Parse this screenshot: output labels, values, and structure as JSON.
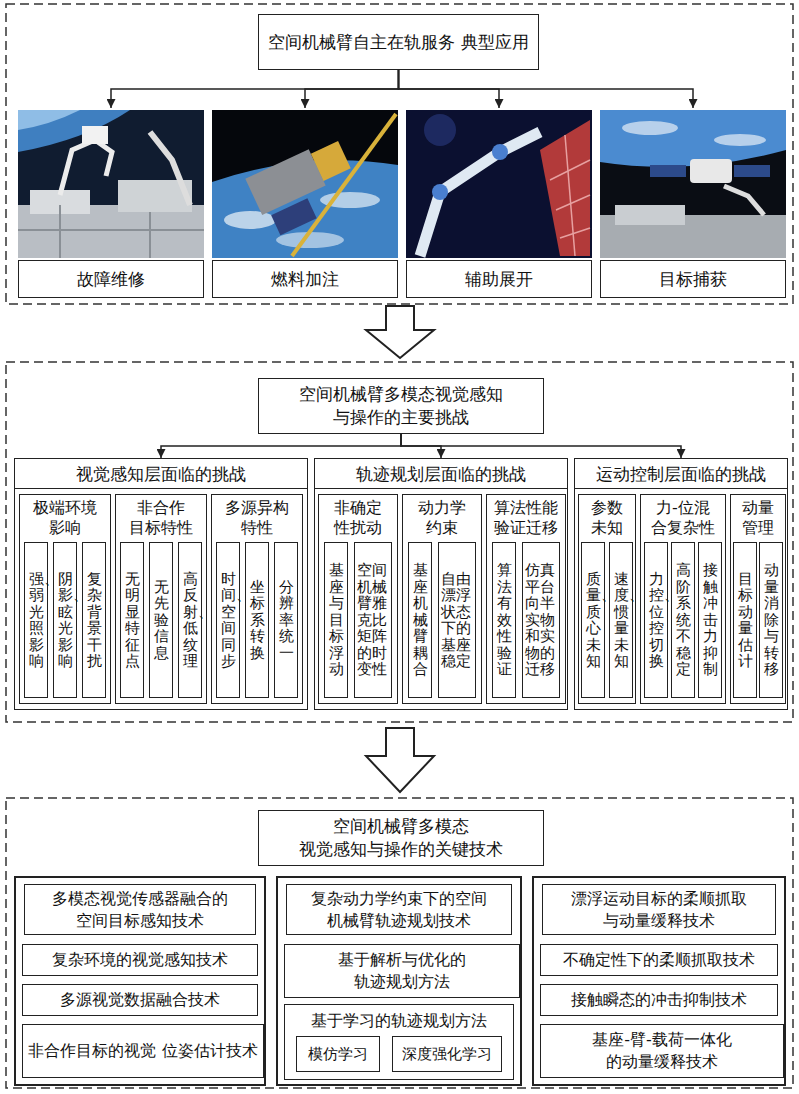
{
  "diagram": {
    "nodes": [
      {
        "text": [
          "空间机械臂自主在轨服务 典型应用"
        ]
      },
      {
        "text": [
          "故障维修"
        ]
      },
      {
        "text": [
          "燃料加注"
        ]
      },
      {
        "text": [
          "辅助展开"
        ]
      },
      {
        "text": [
          "目标捕获"
        ]
      },
      {
        "text": [
          "空间机械臂多模态视觉感知 与操作的主要挑战"
        ]
      },
      {
        "text": [
          "视觉感知层面临的挑战"
        ]
      },
      {
        "text": [
          "极端环境 影响"
        ],
        "in": 6
      },
      {
        "text": [
          "强、弱光照影响"
        ],
        "in": 7
      },
      {
        "text": [
          "阴影、眩光影响"
        ],
        "in": 7
      },
      {
        "text": [
          "复杂背景干扰"
        ],
        "in": 7
      },
      {
        "text": [
          "非合作 目标特性"
        ],
        "in": 6
      },
      {
        "text": [
          "无明显特征点"
        ],
        "in": 11
      },
      {
        "text": [
          "无先验信息"
        ],
        "in": 11
      },
      {
        "text": [
          "高反射、低纹理"
        ],
        "in": 11
      },
      {
        "text": [
          "多源异构 特性"
        ],
        "in": 6
      },
      {
        "text": [
          "时间、空间同步"
        ],
        "in": 15
      },
      {
        "text": [
          "坐标系转换"
        ],
        "in": 15
      },
      {
        "text": [
          "分辨率统一"
        ],
        "in": 15
      },
      {
        "text": [
          "轨迹规划层面临的挑战"
        ]
      },
      {
        "text": [
          "非确定 性扰动"
        ],
        "in": 19
      },
      {
        "text": [
          "基座与目标浮动"
        ],
        "in": 20
      },
      {
        "text": [
          "空间机械臂雅克比矩阵的时变性"
        ],
        "in": 20
      },
      {
        "text": [
          "动力学 约束"
        ],
        "in": 19
      },
      {
        "text": [
          "基座机械臂耦合"
        ],
        "in": 23
      },
      {
        "text": [
          "自由漂浮状态下的基座稳定"
        ],
        "in": 23
      },
      {
        "text": [
          "算法性能 验证迁移"
        ],
        "in": 19
      },
      {
        "text": [
          "算法有效性验证"
        ],
        "in": 26
      },
      {
        "text": [
          "仿真平台向半实物和实物的迁移"
        ],
        "in": 26
      },
      {
        "text": [
          "运动控制层面临的挑战"
        ]
      },
      {
        "text": [
          "参数 未知"
        ],
        "in": 29
      },
      {
        "text": [
          "质量、质心未知"
        ],
        "in": 30
      },
      {
        "text": [
          "速度、惯量未知"
        ],
        "in": 30
      },
      {
        "text": [
          "力-位混 合复杂性"
        ],
        "in": 29
      },
      {
        "text": [
          "力控、位控切换"
        ],
        "in": 33
      },
      {
        "text": [
          "高阶系统不稳定"
        ],
        "in": 33
      },
      {
        "text": [
          "接触冲击力抑制"
        ],
        "in": 33
      },
      {
        "text": [
          "动量 管理"
        ],
        "in": 29
      },
      {
        "text": [
          "目标动量估计"
        ],
        "in": 37
      },
      {
        "text": [
          "动量消除与转移"
        ],
        "in": 37
      },
      {
        "text": [
          "空间机械臂多模态 视觉感知与操作的关键技术"
        ]
      },
      {
        "text": [
          "多模态视觉传感器融合的 空间目标感知技术"
        ]
      },
      {
        "text": [
          "复杂环境的视觉感知技术"
        ],
        "in": 41
      },
      {
        "text": [
          "多源视觉数据融合技术"
        ],
        "in": 41
      },
      {
        "text": [
          "非合作目标的视觉 位姿估计技术"
        ],
        "in": 41
      },
      {
        "text": [
          "复杂动力学约束下的空间 机械臂轨迹规划技术"
        ]
      },
      {
        "text": [
          "基于解析与优化的 轨迹规划方法"
        ],
        "in": 45
      },
      {
        "text": [
          "基于学习的轨迹规划方法"
        ],
        "in": 45
      },
      {
        "text": [
          "模仿学习"
        ],
        "in": 47
      },
      {
        "text": [
          "深度强化学习"
        ],
        "in": 47
      },
      {
        "text": [
          "漂浮运动目标的柔顺抓取 与动量缓释技术"
        ]
      },
      {
        "text": [
          "不确定性下的柔顺抓取技术"
        ],
        "in": 50
      },
      {
        "text": [
          "接触瞬态的冲击抑制技术"
        ],
        "in": 50
      },
      {
        "text": [
          "基座-臂-载荷一体化 的动量缓释技术"
        ],
        "in": 50
      }
    ],
    "edges": [
      {
        "from": 0,
        "to": 1,
        "arrow": "to"
      },
      {
        "from": 0,
        "to": 2,
        "arrow": "to"
      },
      {
        "from": 0,
        "to": 3,
        "arrow": "to"
      },
      {
        "from": 0,
        "to": 4,
        "arrow": "to"
      },
      {
        "from": 5,
        "to": 6,
        "arrow": "to"
      },
      {
        "from": 5,
        "to": 19,
        "arrow": "to"
      },
      {
        "from": 5,
        "to": 29,
        "arrow": "to"
      }
    ]
  }
}
